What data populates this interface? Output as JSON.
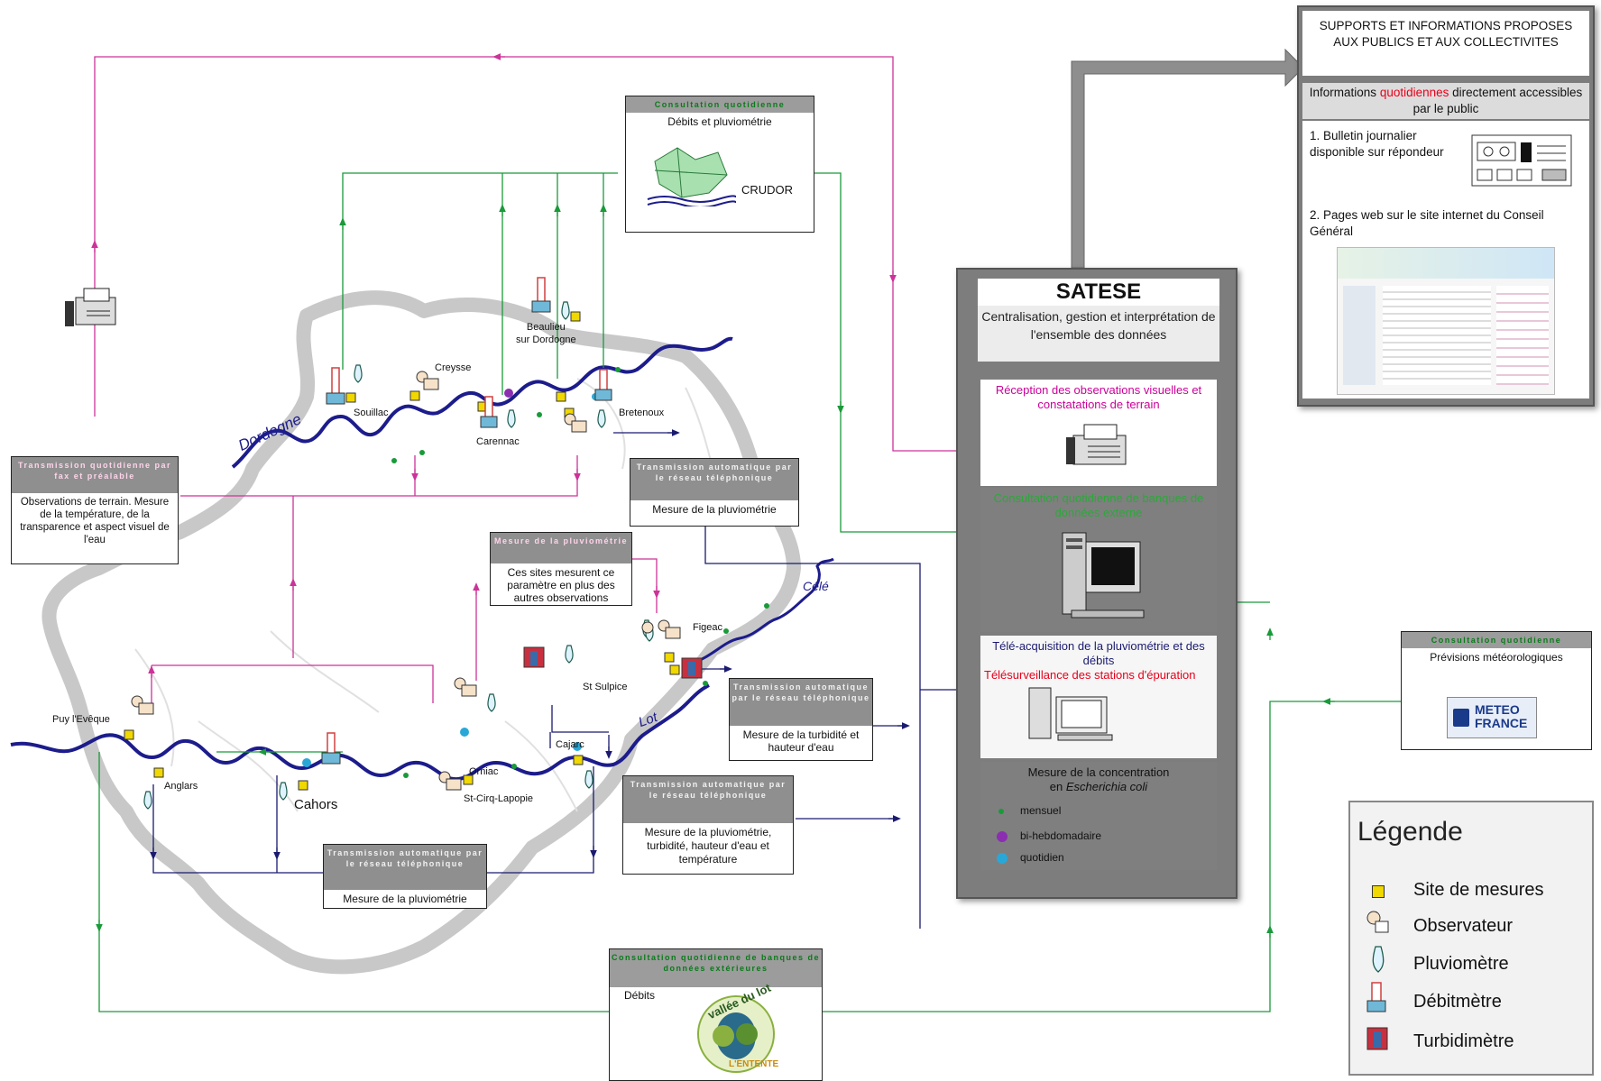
{
  "map": {
    "dordogne_label": "Dordogne",
    "lot_label": "Lot",
    "cele_label": "Célé",
    "places": {
      "souillac": "Souillac",
      "creysse": "Creysse",
      "beaulieu": "Beaulieu\nsur Dordogne",
      "carennac": "Carennac",
      "bretenoux": "Bretenoux",
      "figeac": "Figeac",
      "st_sulpice": "St Sulpice",
      "puy_leveque": "Puy l'Evêque",
      "anglars": "Anglars",
      "cahors": "Cahors",
      "orniac": "Orniac",
      "cajarc": "Cajarc",
      "st_cirq": "St-Cirq-Lapopie"
    }
  },
  "boxes": {
    "crudor": {
      "header": "Consultation quotidienne",
      "line": "Débits et pluviométrie",
      "name": "CRUDOR"
    },
    "observations": {
      "header": "Transmission quotidienne par fax et préalable",
      "text": "Observations de terrain. Mesure de la température, de la transparence et aspect visuel de l'eau"
    },
    "pluvio_top": {
      "header": "Transmission automatique par le réseau téléphonique",
      "text": "Mesure de la pluviométrie"
    },
    "sites": {
      "header": "Mesure de la pluviométrie",
      "text": "Ces sites mesurent ce paramètre en plus des autres observations"
    },
    "turbidite": {
      "header": "Transmission automatique par le réseau téléphonique",
      "text": "Mesure de la turbidité et hauteur d'eau"
    },
    "pluvio_multi": {
      "header": "Transmission automatique par le réseau téléphonique",
      "text": "Mesure de la pluviométrie, turbidité, hauteur d'eau et température"
    },
    "pluvio_bottom": {
      "header": "Transmission automatique par le réseau téléphonique",
      "text": "Mesure de la pluviométrie"
    },
    "lot": {
      "header": "Consultation quotidienne de banques de données extérieures",
      "line": "Débits",
      "logo_top": "vallée du lot",
      "logo_bottom": "L'ENTENTE"
    },
    "meteo": {
      "header": "Consultation quotidienne",
      "line": "Prévisions météorologiques",
      "logo": "METEO FRANCE"
    }
  },
  "satese": {
    "title": "SATESE",
    "subtitle": "Centralisation, gestion et interprétation de l'ensemble des données",
    "reception": "Réception des observations visuelles et constatations de terrain",
    "consultation": "Consultation quotidienne de banques de données externe",
    "tele_acq": "Télé-acquisition de la pluviométrie et des débits",
    "telesurv": "Télésurveillance des stations d'épuration",
    "conc_line1": "Mesure de la concentration",
    "conc_prefix": "en ",
    "conc_italic": "Escherichia coli",
    "freq": [
      "mensuel",
      "bi-hebdomadaire",
      "quotidien"
    ]
  },
  "supports": {
    "title": "SUPPORTS ET INFORMATIONS PROPOSES AUX PUBLICS ET AUX COLLECTIVITES",
    "info_a": "Informations ",
    "info_b": "quotidiennes",
    "info_c": " directement accessibles par le public",
    "item1": "1. Bulletin journalier disponible sur répondeur",
    "item2": "2. Pages web sur le site internet du Conseil Général"
  },
  "legend": {
    "title": "Légende",
    "items": [
      "Site de mesures",
      "Observateur",
      "Pluviomètre",
      "Débitmètre",
      "Turbidimètre"
    ]
  },
  "colors": {
    "pink": "#cc3399",
    "green": "#1a9a3a",
    "navy": "#1a1a70",
    "river": "#1c1c8c",
    "region": "#c8c8c8",
    "site": "#f0d800",
    "red_text": "#e8001a",
    "magenta_text": "#cc0099"
  }
}
